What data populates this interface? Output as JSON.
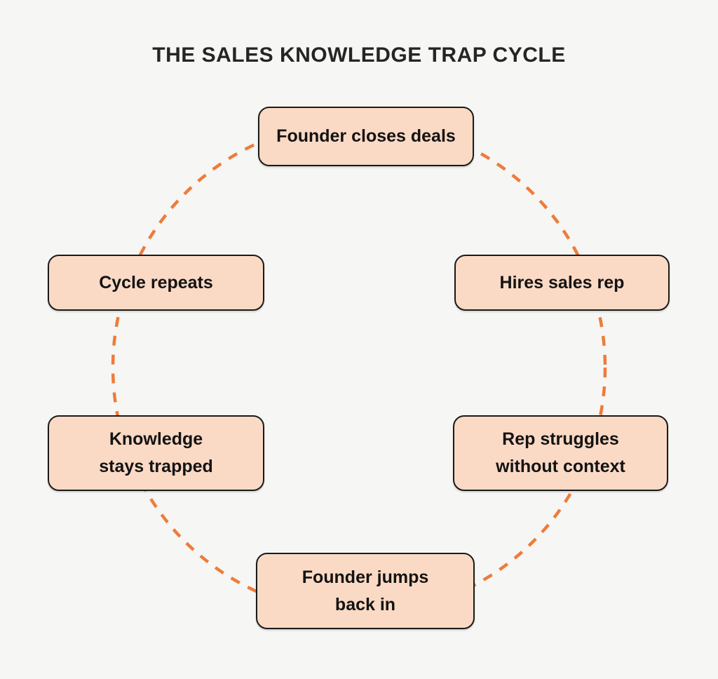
{
  "title": "THE SALES KNOWLEDGE TRAP CYCLE",
  "colors": {
    "bg": "#F6F6F4",
    "node-fill": "#FBDAC5",
    "node-border": "#1A1A1A",
    "node-text": "#131313",
    "dash": "#ED7C3B",
    "title-text": "#252525"
  },
  "diagram": {
    "type": "cycle",
    "connector_style": "dashed-circle",
    "direction": "clockwise",
    "nodes": [
      {
        "id": "founder-closes-deals",
        "label": "Founder closes deals",
        "position": "top"
      },
      {
        "id": "hires-sales-rep",
        "label": "Hires sales rep",
        "position": "upper-right"
      },
      {
        "id": "rep-struggles-without-context",
        "label": "Rep struggles\nwithout context",
        "position": "lower-right"
      },
      {
        "id": "founder-jumps-back-in",
        "label": "Founder jumps\nback in",
        "position": "bottom"
      },
      {
        "id": "knowledge-stays-trapped",
        "label": "Knowledge\nstays trapped",
        "position": "lower-left"
      },
      {
        "id": "cycle-repeats",
        "label": "Cycle repeats",
        "position": "upper-left"
      }
    ]
  }
}
